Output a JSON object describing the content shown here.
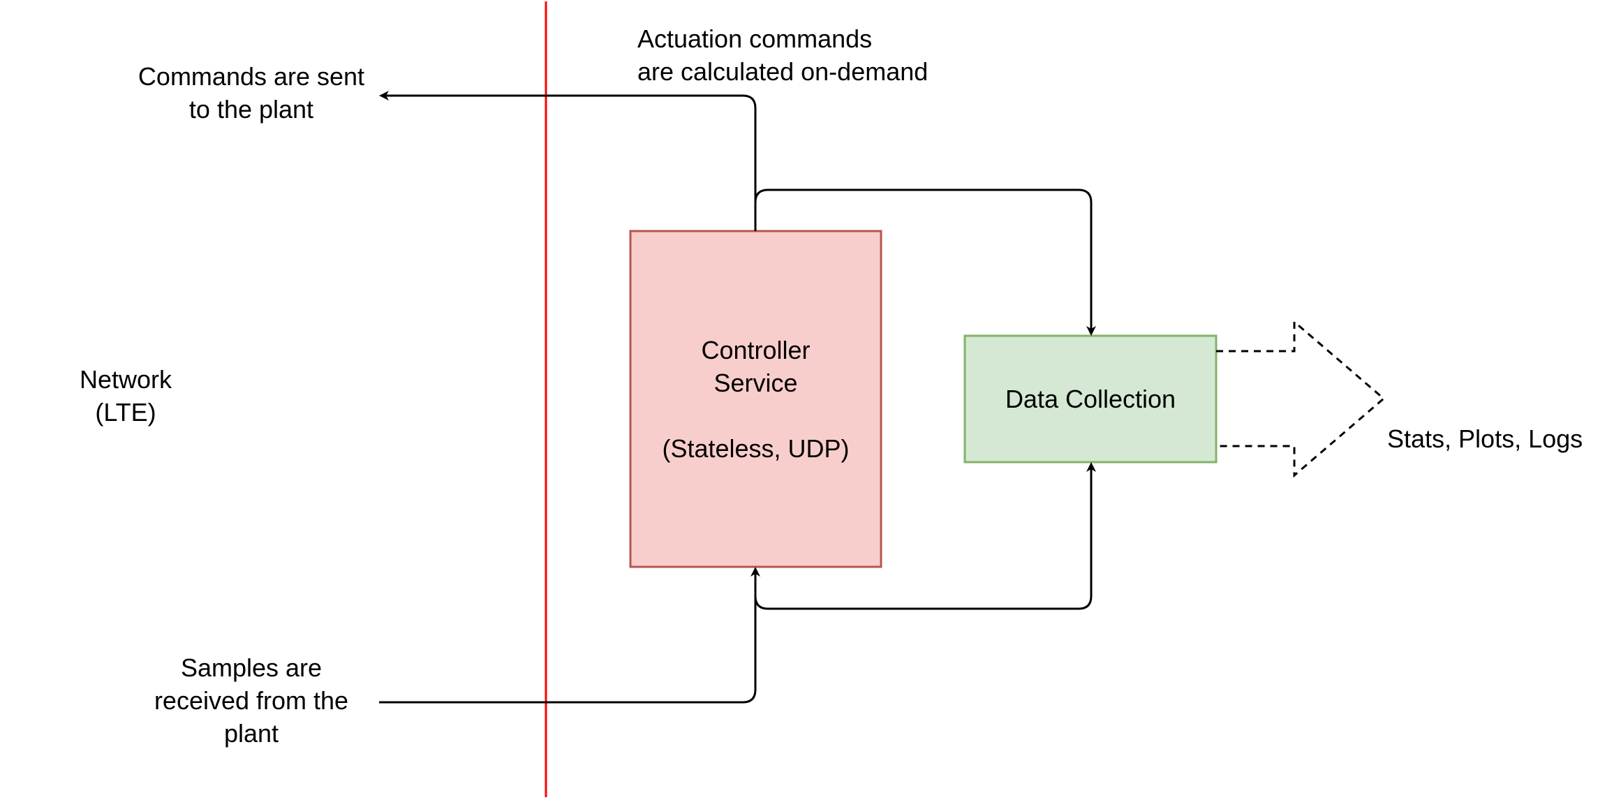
{
  "colors": {
    "divider": "#ff0000",
    "controller_fill": "#f8cecc",
    "controller_stroke": "#b85450",
    "collection_fill": "#d5e8d4",
    "collection_stroke": "#82b366",
    "line": "#000000"
  },
  "labels": {
    "commands_sent": "Commands are sent\nto the plant",
    "actuation": "Actuation commands\nare calculated on-demand",
    "network": "Network\n(LTE)",
    "samples_received": "Samples are\nreceived from the\nplant",
    "outputs": "Stats, Plots, Logs"
  },
  "boxes": {
    "controller": "Controller\nService\n\n(Stateless, UDP)",
    "data_collection": "Data Collection"
  }
}
